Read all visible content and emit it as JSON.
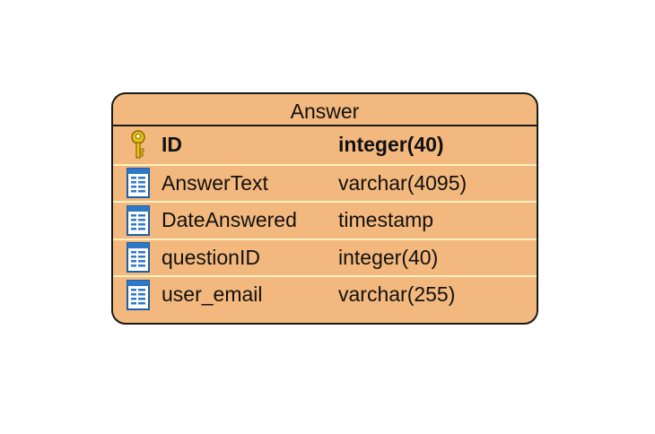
{
  "entity": {
    "name": "Answer",
    "columns": [
      {
        "name": "ID",
        "type": "integer(40)",
        "primary_key": true,
        "icon": "key-icon"
      },
      {
        "name": "AnswerText",
        "type": "varchar(4095)",
        "primary_key": false,
        "icon": "column-icon"
      },
      {
        "name": "DateAnswered",
        "type": "timestamp",
        "primary_key": false,
        "icon": "column-icon"
      },
      {
        "name": "questionID",
        "type": "integer(40)",
        "primary_key": false,
        "icon": "column-icon"
      },
      {
        "name": "user_email",
        "type": "varchar(255)",
        "primary_key": false,
        "icon": "column-icon"
      }
    ]
  },
  "colors": {
    "entity_fill": "#f3b87d",
    "border": "#1a1a1a",
    "row_divider": "#fff2c0",
    "key_gold": "#e8c21a",
    "column_blue": "#2f78c8"
  }
}
